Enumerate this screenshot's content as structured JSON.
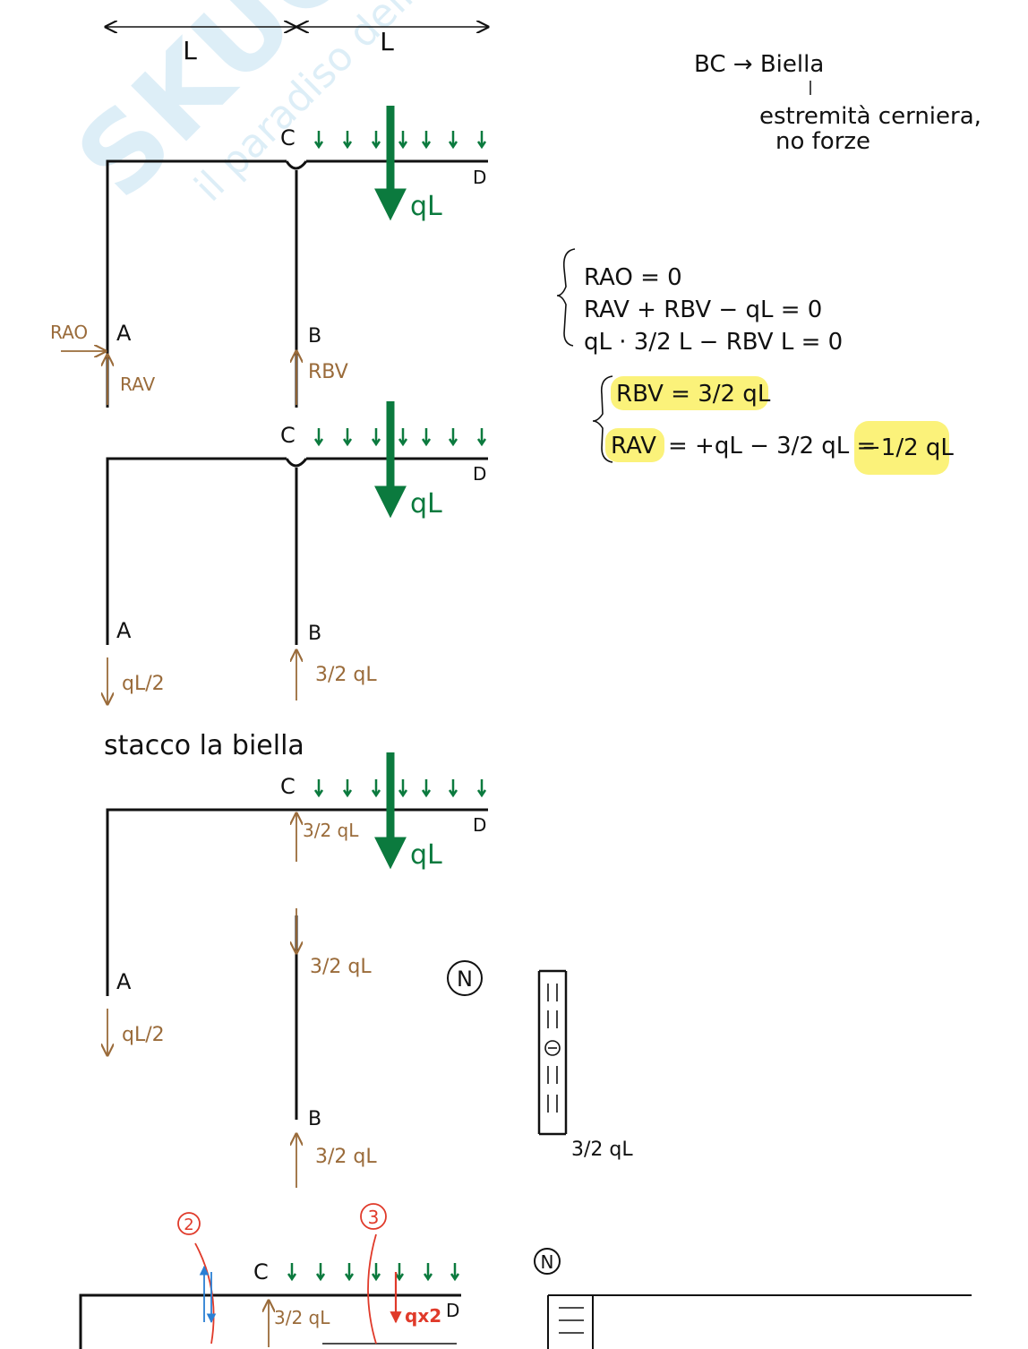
{
  "watermark": {
    "brand": "SKUOLA.net",
    "tagline": "il paradiso dello studente"
  },
  "dimensions": {
    "left": "L",
    "right": "L"
  },
  "side_notes": {
    "line1": "BC → Biella",
    "line2": "estremità cerniera,",
    "line3": "no forze"
  },
  "points": {
    "A": "A",
    "B": "B",
    "C": "C",
    "D": "D"
  },
  "loads": {
    "resultant": "qL"
  },
  "reactions": {
    "RAO": "RAO",
    "RAV": "RAV",
    "RBV": "RBV",
    "qL_over_2": "qL/2",
    "three_halves_qL": "3/2 qL"
  },
  "equations": {
    "eq1": "RAO = 0",
    "eq2": "RAV + RBV − qL = 0",
    "eq3": "qL · 3/2 L − RBV L = 0",
    "sol1": "RBV = 3/2 qL",
    "sol2_lhs": "RAV",
    "sol2_mid": "= +qL − 3/2 qL =",
    "sol2_rhs": "−1/2 qL"
  },
  "section_title": "stacco la biella",
  "diagram_label": "N",
  "bottom": {
    "circle2": "2",
    "circle3": "3",
    "force_label": "qx2",
    "diagram_label": "N"
  },
  "colors": {
    "green": "#0b7a3e",
    "brown": "#9a6b3a",
    "red": "#e03a2a",
    "blue": "#2a7fd4",
    "highlight": "#fbf27a",
    "ink": "#111111"
  }
}
